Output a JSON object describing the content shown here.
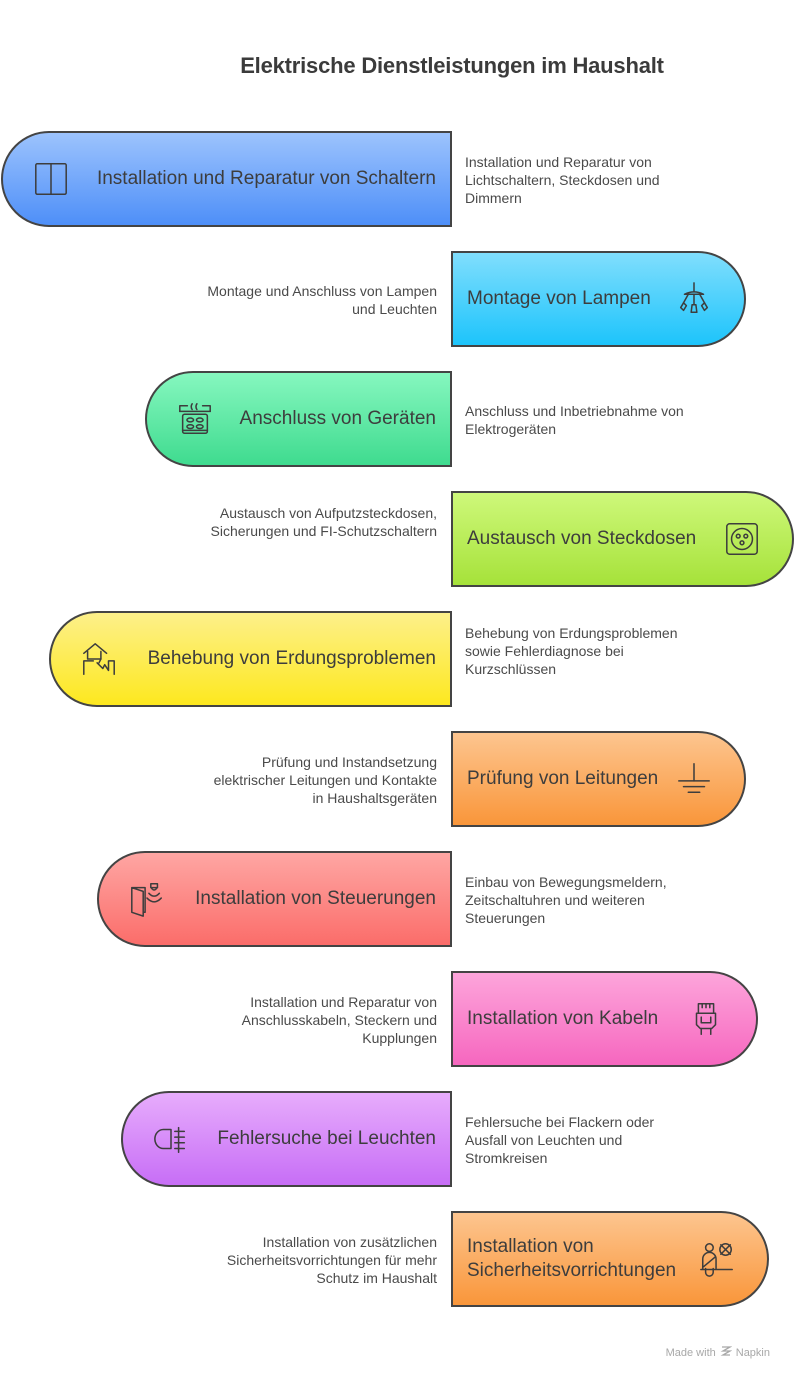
{
  "title": "Elektrische Dienstleistungen im Haushalt",
  "items": [
    {
      "label": "Installation und Reparatur von Schaltern",
      "description": "Installation und Reparatur von Lichtschaltern, Steckdosen und Dimmern",
      "icon": "switch-icon",
      "side": "left",
      "color_top": "#9cc3fd",
      "color_bottom": "#4e8ff8"
    },
    {
      "label": "Montage von Lampen",
      "description": "Montage und Anschluss von Lampen und Leuchten",
      "icon": "chandelier-icon",
      "side": "right",
      "color_top": "#80defd",
      "color_bottom": "#1dc4fb"
    },
    {
      "label": "Anschluss von Geräten",
      "description": "Anschluss und Inbetriebnahme von Elektrogeräten",
      "icon": "stove-icon",
      "side": "left",
      "color_top": "#86f7bf",
      "color_bottom": "#3fdb8f"
    },
    {
      "label": "Austausch von Steckdosen",
      "description": "Austausch von Aufputzsteckdosen, Sicherungen und FI-Schutzschaltern",
      "icon": "socket-icon",
      "side": "right",
      "color_top": "#cef87a",
      "color_bottom": "#a6e23a"
    },
    {
      "label": "Behebung von Erdungsproblemen",
      "description": "Behebung von Erdungsproblemen sowie Fehlerdiagnose bei Kurzschlüssen",
      "icon": "house-crack-icon",
      "side": "left",
      "color_top": "#fdf08a",
      "color_bottom": "#fde81f"
    },
    {
      "label": "Prüfung von Leitungen",
      "description": "Prüfung und Instandsetzung elektrischer Leitungen und Kontakte in Haushaltsgeräten",
      "icon": "ground-icon",
      "side": "right",
      "color_top": "#fdc58f",
      "color_bottom": "#f9963a"
    },
    {
      "label": "Installation von Steuerungen",
      "description": "Einbau von Bewegungsmeldern, Zeitschaltuhren und weiteren Steuerungen",
      "icon": "motion-sensor-door-icon",
      "side": "left",
      "color_top": "#fea6a3",
      "color_bottom": "#fb6d6a"
    },
    {
      "label": "Installation von Kabeln",
      "description": "Installation und Reparatur von Anschlusskabeln, Steckern und Kupplungen",
      "icon": "ethernet-plug-icon",
      "side": "right",
      "color_top": "#fda5db",
      "color_bottom": "#f667bf"
    },
    {
      "label": "Fehlersuche bei Leuchten",
      "description": "Fehlersuche bei Flackern oder Ausfall von Leuchten und Stromkreisen",
      "icon": "fog-light-icon",
      "side": "left",
      "color_top": "#e7acfc",
      "color_bottom": "#c76ef6"
    },
    {
      "label": "Installation von Sicherheitsvorrichtungen",
      "description": "Installation von zusätzlichen Sicherheitsvorrichtungen für mehr Schutz im Haushalt",
      "icon": "seatbelt-icon",
      "side": "right",
      "color_top": "#fdc58f",
      "color_bottom": "#f9963a"
    }
  ],
  "footer": {
    "made_with": "Made with",
    "brand": "Napkin"
  }
}
